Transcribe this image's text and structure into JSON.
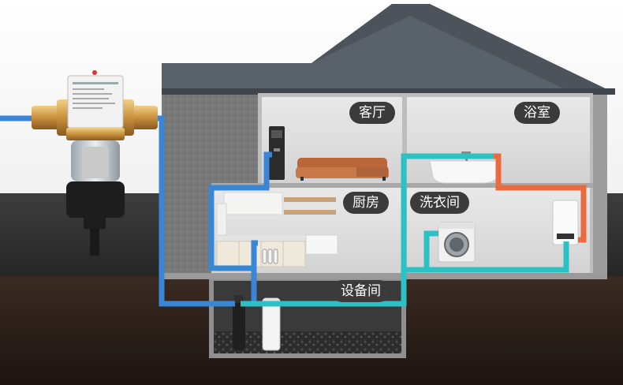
{
  "rooms": {
    "living_room": "客厅",
    "bathroom": "浴室",
    "kitchen": "厨房",
    "laundry_room": "洗衣间",
    "equipment_room": "设备间"
  },
  "colors": {
    "cold_water_pipe": "#3a86d6",
    "filtered_water_pipe": "#2cc1c4",
    "hot_water_pipe": "#ec6a3f",
    "roof": "#5d646c",
    "ground_dark": "#2f2f2f",
    "soil": "#2a1f1a"
  },
  "icons": {
    "prefilter": "pre-filter-icon",
    "softener": "water-softener-icon",
    "purifier": "water-purifier-icon",
    "washer": "washing-machine-icon",
    "heater": "water-heater-icon",
    "sofa": "sofa-icon",
    "bathtub": "bathtub-icon",
    "dispenser": "water-dispenser-icon"
  }
}
